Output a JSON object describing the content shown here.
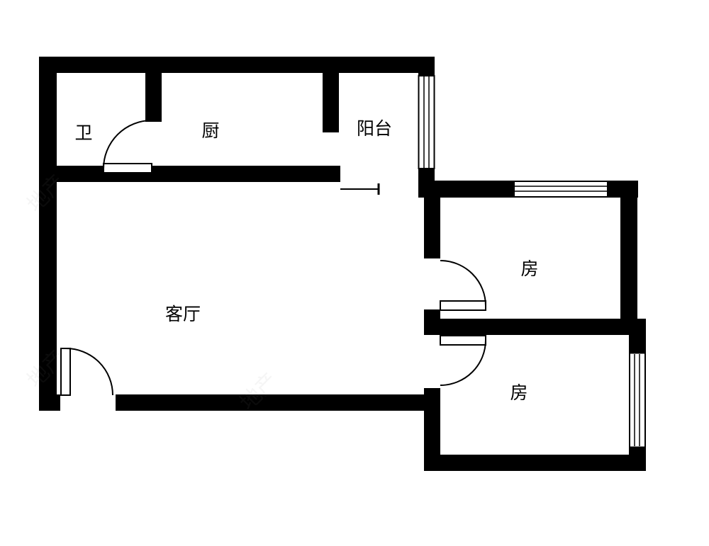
{
  "colors": {
    "wall": "#000000",
    "background": "#ffffff",
    "watermark": "#8a8a8a"
  },
  "rooms": {
    "bathroom": {
      "label": "卫"
    },
    "kitchen": {
      "label": "厨"
    },
    "balcony": {
      "label": "阳台"
    },
    "living_room": {
      "label": "客厅"
    },
    "bedroom_top": {
      "label": "房"
    },
    "bedroom_bottom": {
      "label": "房"
    }
  },
  "watermark": {
    "text": "地产"
  }
}
